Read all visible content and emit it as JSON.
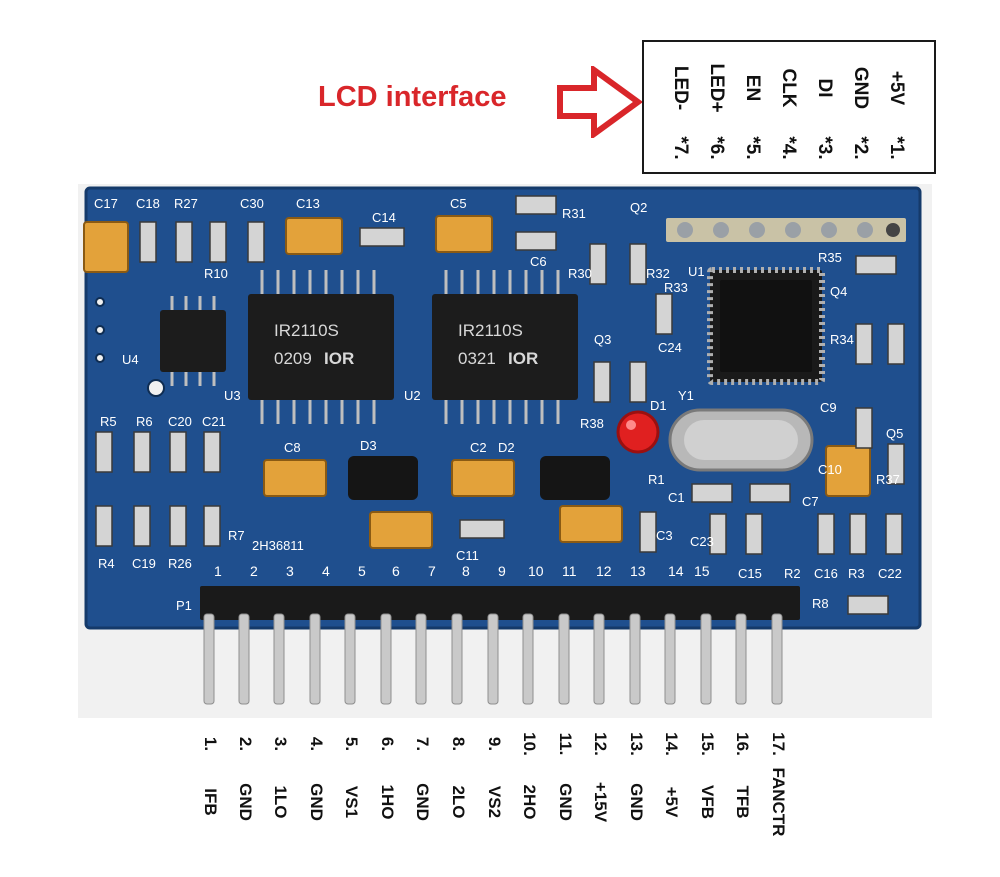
{
  "callout": {
    "text": "LCD interface",
    "color": "#d9262a"
  },
  "lcd_pins": [
    {
      "num": "*7.",
      "name": "LED-"
    },
    {
      "num": "*6.",
      "name": "LED+"
    },
    {
      "num": "*5.",
      "name": "EN"
    },
    {
      "num": "*4.",
      "name": "CLK"
    },
    {
      "num": "*3.",
      "name": "DI"
    },
    {
      "num": "*2.",
      "name": "GND"
    },
    {
      "num": "*1.",
      "name": "+5V"
    }
  ],
  "board": {
    "color": "#1f4f8e",
    "chips": [
      {
        "line1": "IR2110S",
        "line2": "0209",
        "brand": "IOR"
      },
      {
        "line1": "IR2110S",
        "line2": "0321",
        "brand": "IOR"
      }
    ],
    "silkscreen": [
      "C17",
      "C18",
      "R27",
      "C30",
      "C13",
      "C14",
      "C5",
      "R31",
      "Q2",
      "C6",
      "R30",
      "R32",
      "R33",
      "U1",
      "R35",
      "Q4",
      "R10",
      "U4",
      "U3",
      "U2",
      "Q3",
      "C24",
      "R34",
      "Y1",
      "C9",
      "Q5",
      "R5",
      "R6",
      "C20",
      "C21",
      "C8",
      "D3",
      "C2",
      "D2",
      "R38",
      "D1",
      "C10",
      "C7",
      "R37",
      "C1",
      "R1",
      "R4",
      "C19",
      "R26",
      "R7",
      "2H36811",
      "C11",
      "C3",
      "C23",
      "C15",
      "R2",
      "C16",
      "R3",
      "C22",
      "P1",
      "R8"
    ],
    "header_numbers": [
      "1",
      "2",
      "3",
      "4",
      "5",
      "6",
      "7",
      "8",
      "9",
      "10",
      "11",
      "12",
      "13",
      "14",
      "15"
    ]
  },
  "main_pins": [
    {
      "num": "1.",
      "name": "IFB"
    },
    {
      "num": "2.",
      "name": "GND"
    },
    {
      "num": "3.",
      "name": "1LO"
    },
    {
      "num": "4.",
      "name": "GND"
    },
    {
      "num": "5.",
      "name": "VS1"
    },
    {
      "num": "6.",
      "name": "1HO"
    },
    {
      "num": "7.",
      "name": "GND"
    },
    {
      "num": "8.",
      "name": "2LO"
    },
    {
      "num": "9.",
      "name": "VS2"
    },
    {
      "num": "10.",
      "name": "2HO"
    },
    {
      "num": "11.",
      "name": "GND"
    },
    {
      "num": "12.",
      "name": "+15V"
    },
    {
      "num": "13.",
      "name": "GND"
    },
    {
      "num": "14.",
      "name": "+5V"
    },
    {
      "num": "15.",
      "name": "VFB"
    },
    {
      "num": "16.",
      "name": "TFB"
    },
    {
      "num": "17.",
      "name": "FANCTR"
    }
  ]
}
